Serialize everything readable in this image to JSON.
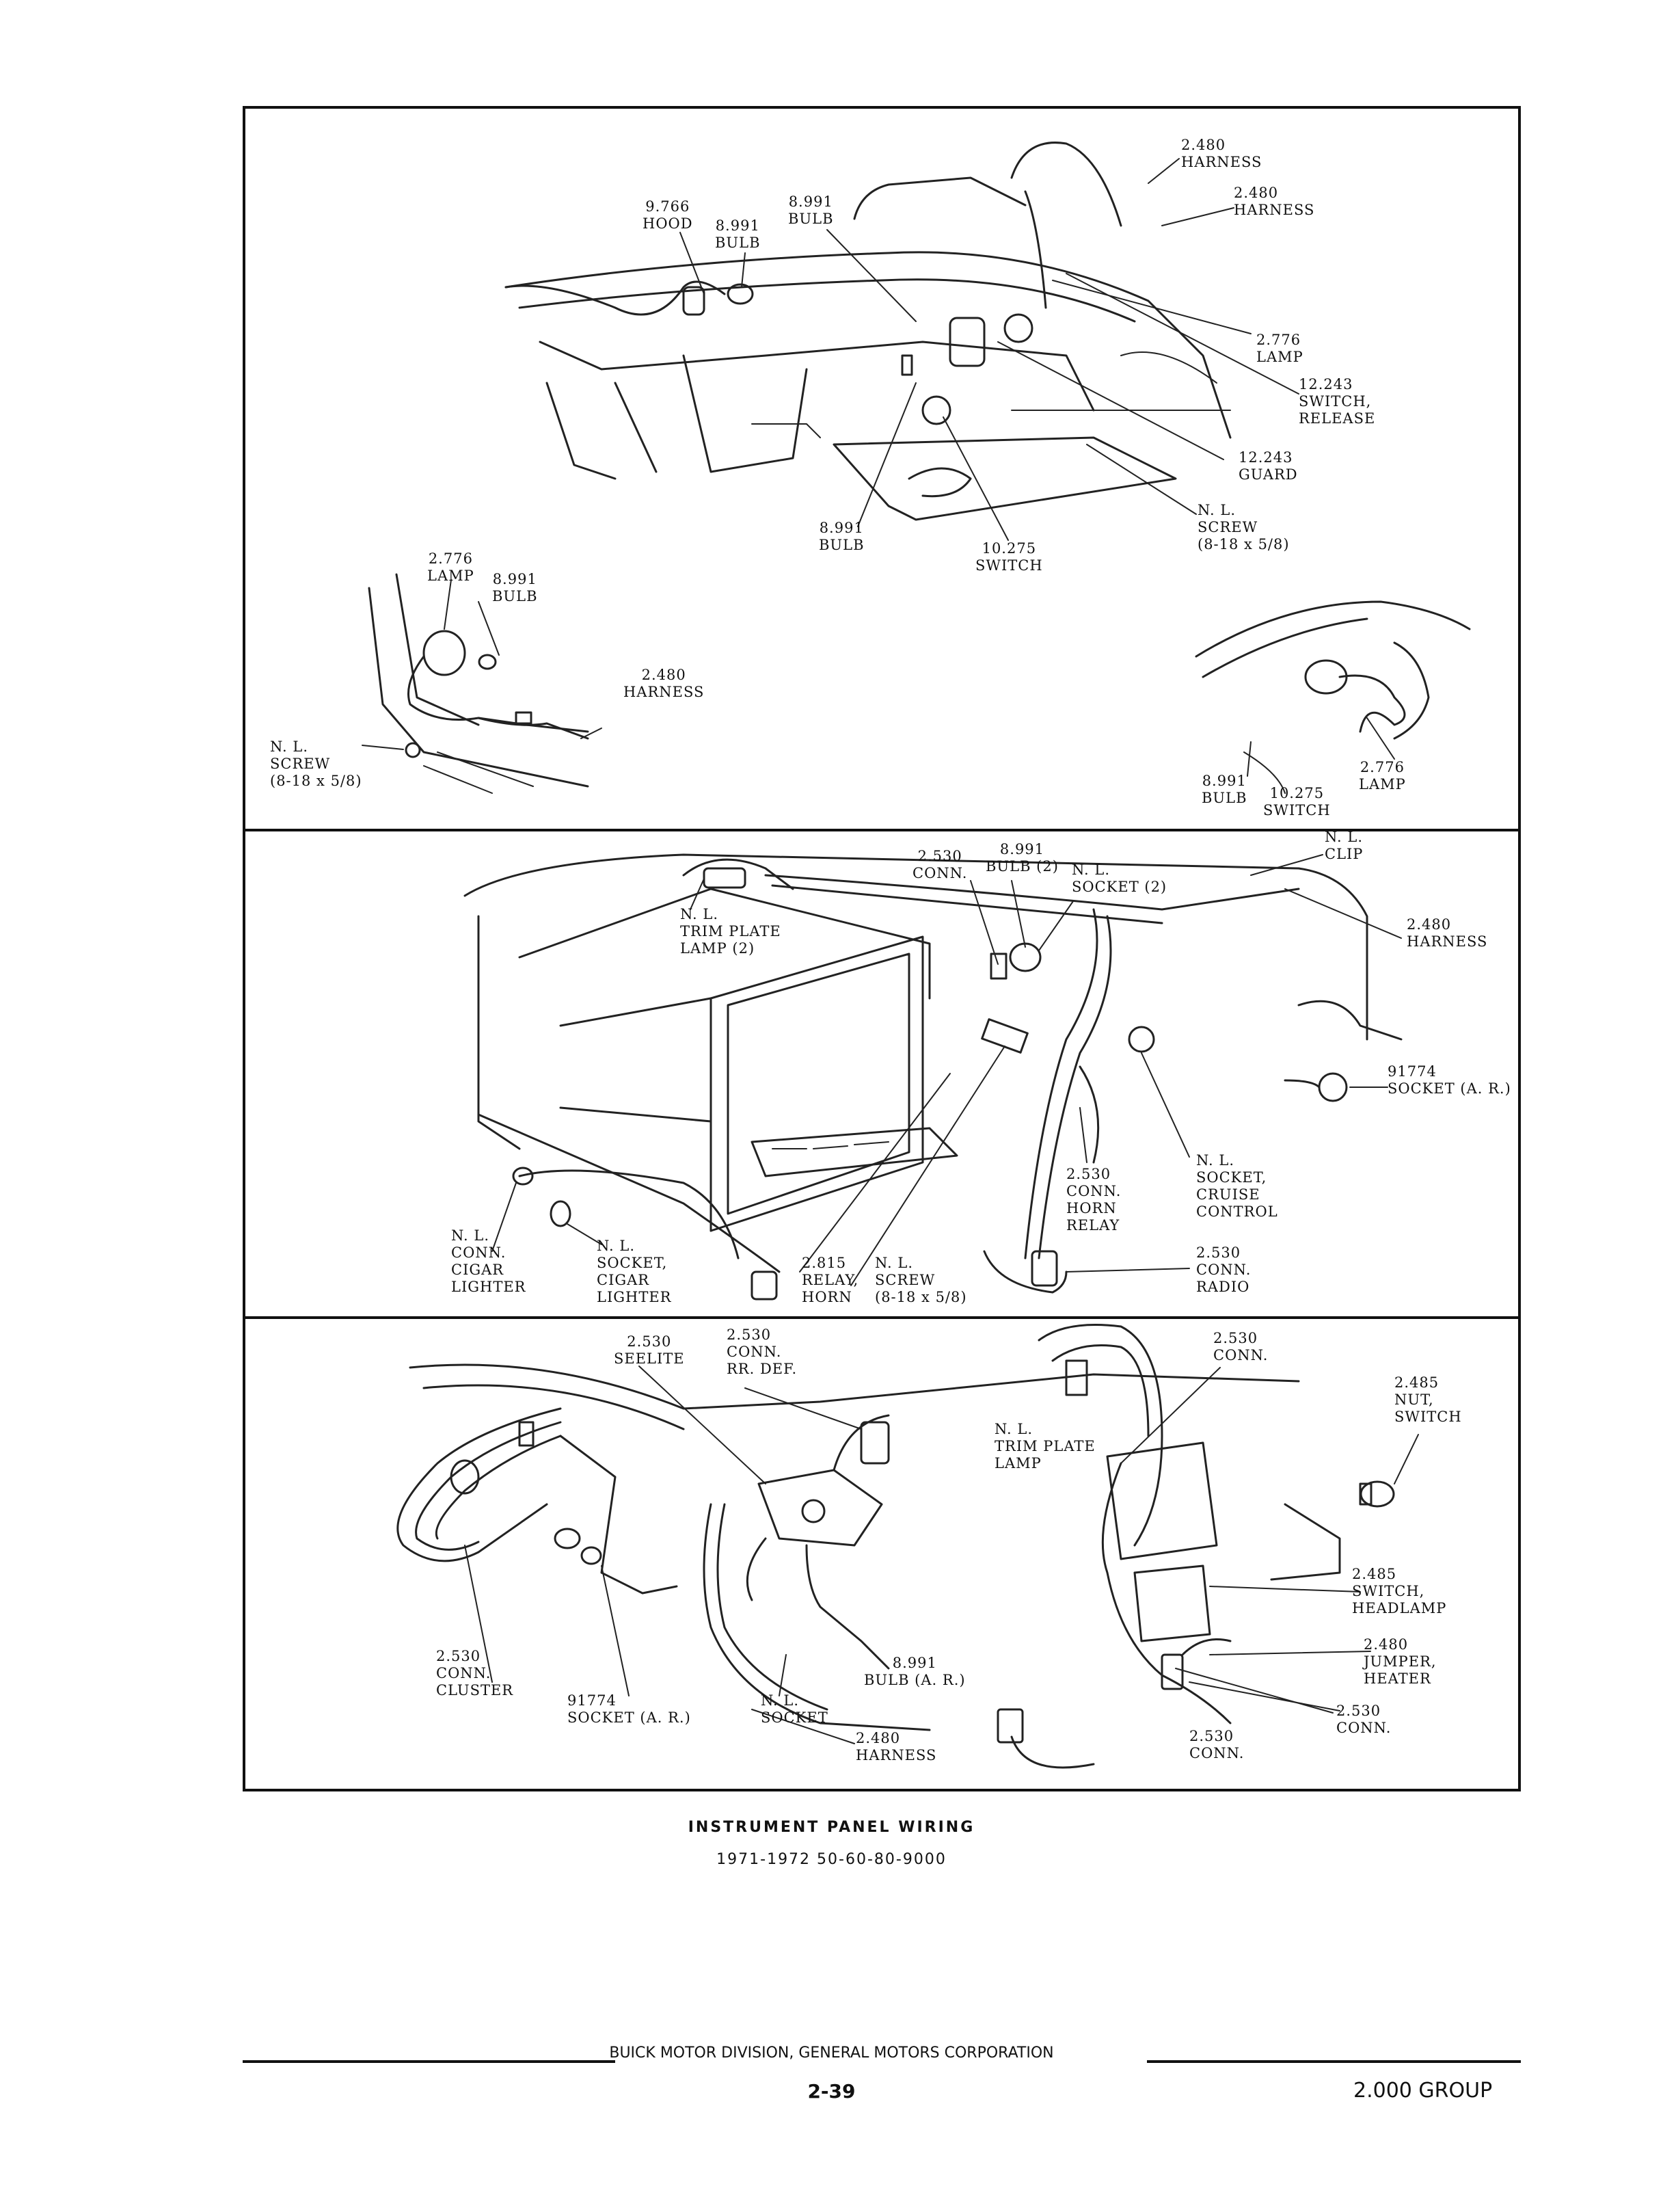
{
  "panels": {
    "top": {
      "labels": [
        {
          "id": "harness-a",
          "lines": [
            "2.480",
            "HARNESS"
          ]
        },
        {
          "id": "harness-b",
          "lines": [
            "2.480",
            "HARNESS"
          ]
        },
        {
          "id": "hood",
          "lines": [
            "9.766",
            "HOOD"
          ]
        },
        {
          "id": "bulb-a",
          "lines": [
            "8.991",
            "BULB"
          ]
        },
        {
          "id": "bulb-b",
          "lines": [
            "8.991",
            "BULB"
          ]
        },
        {
          "id": "lamp-a",
          "lines": [
            "2.776",
            "LAMP"
          ]
        },
        {
          "id": "switch-release",
          "lines": [
            "12.243",
            "SWITCH,",
            "RELEASE"
          ]
        },
        {
          "id": "guard",
          "lines": [
            "12.243",
            "GUARD"
          ]
        },
        {
          "id": "screw-a",
          "lines": [
            "N. L.",
            "SCREW",
            "(8-18 x 5/8)"
          ]
        },
        {
          "id": "bulb-c",
          "lines": [
            "8.991",
            "BULB"
          ]
        },
        {
          "id": "switch-a",
          "lines": [
            "10.275",
            "SWITCH"
          ]
        },
        {
          "id": "lamp-b",
          "lines": [
            "2.776",
            "LAMP"
          ]
        },
        {
          "id": "bulb-d",
          "lines": [
            "8.991",
            "BULB"
          ]
        },
        {
          "id": "harness-c",
          "lines": [
            "2.480",
            "HARNESS"
          ]
        },
        {
          "id": "screw-b",
          "lines": [
            "N. L.",
            "SCREW",
            "(8-18 x 5/8)"
          ]
        },
        {
          "id": "bulb-e",
          "lines": [
            "8.991",
            "BULB"
          ]
        },
        {
          "id": "switch-b",
          "lines": [
            "10.275",
            "SWITCH"
          ]
        },
        {
          "id": "lamp-c",
          "lines": [
            "2.776",
            "LAMP"
          ]
        }
      ]
    },
    "middle": {
      "labels": [
        {
          "id": "conn-a",
          "lines": [
            "2.530",
            "CONN."
          ]
        },
        {
          "id": "bulb-2",
          "lines": [
            "8.991",
            "BULB (2)"
          ]
        },
        {
          "id": "socket-2",
          "lines": [
            "N. L.",
            "SOCKET (2)"
          ]
        },
        {
          "id": "clip",
          "lines": [
            "N. L.",
            "CLIP"
          ]
        },
        {
          "id": "trim-plate-lamp-2",
          "lines": [
            "N. L.",
            "TRIM PLATE",
            "LAMP (2)"
          ]
        },
        {
          "id": "harness-d",
          "lines": [
            "2.480",
            "HARNESS"
          ]
        },
        {
          "id": "socket-ar-a",
          "lines": [
            "91774",
            "SOCKET (A. R.)"
          ]
        },
        {
          "id": "socket-cruise",
          "lines": [
            "N. L.",
            "SOCKET,",
            "CRUISE",
            "CONTROL"
          ]
        },
        {
          "id": "conn-horn-relay",
          "lines": [
            "2.530",
            "CONN.",
            "HORN",
            "RELAY"
          ]
        },
        {
          "id": "conn-cigar",
          "lines": [
            "N. L.",
            "CONN.",
            "CIGAR",
            "LIGHTER"
          ]
        },
        {
          "id": "socket-cigar",
          "lines": [
            "N. L.",
            "SOCKET,",
            "CIGAR",
            "LIGHTER"
          ]
        },
        {
          "id": "relay-horn",
          "lines": [
            "2.815",
            "RELAY,",
            "HORN"
          ]
        },
        {
          "id": "screw-c",
          "lines": [
            "N. L.",
            "SCREW",
            "(8-18 x 5/8)"
          ]
        },
        {
          "id": "conn-radio",
          "lines": [
            "2.530",
            "CONN.",
            "RADIO"
          ]
        }
      ]
    },
    "bottom": {
      "labels": [
        {
          "id": "seelite",
          "lines": [
            "2.530",
            "SEELITE"
          ]
        },
        {
          "id": "conn-rr-def",
          "lines": [
            "2.530",
            "CONN.",
            "RR. DEF."
          ]
        },
        {
          "id": "conn-b",
          "lines": [
            "2.530",
            "CONN."
          ]
        },
        {
          "id": "nut-switch",
          "lines": [
            "2.485",
            "NUT,",
            "SWITCH"
          ]
        },
        {
          "id": "trim-plate-lamp",
          "lines": [
            "N. L.",
            "TRIM PLATE",
            "LAMP"
          ]
        },
        {
          "id": "switch-headlamp",
          "lines": [
            "2.485",
            "SWITCH,",
            "HEADLAMP"
          ]
        },
        {
          "id": "jumper-heater",
          "lines": [
            "2.480",
            "JUMPER,",
            "HEATER"
          ]
        },
        {
          "id": "conn-c",
          "lines": [
            "2.530",
            "CONN."
          ]
        },
        {
          "id": "conn-d",
          "lines": [
            "2.530",
            "CONN."
          ]
        },
        {
          "id": "conn-cluster",
          "lines": [
            "2.530",
            "CONN.",
            "CLUSTER"
          ]
        },
        {
          "id": "socket-ar-b",
          "lines": [
            "91774",
            "SOCKET (A. R.)"
          ]
        },
        {
          "id": "bulb-ar",
          "lines": [
            "8.991",
            "BULB (A. R.)"
          ]
        },
        {
          "id": "socket-nl",
          "lines": [
            "N. L.",
            "SOCKET"
          ]
        },
        {
          "id": "harness-e",
          "lines": [
            "2.480",
            "HARNESS"
          ]
        }
      ]
    }
  },
  "caption": {
    "title": "INSTRUMENT PANEL WIRING",
    "subtitle": "1971-1972 50-60-80-9000"
  },
  "footer": {
    "division": "BUICK MOTOR DIVISION, GENERAL MOTORS CORPORATION",
    "page": "2-39",
    "group": "2.000 GROUP"
  }
}
